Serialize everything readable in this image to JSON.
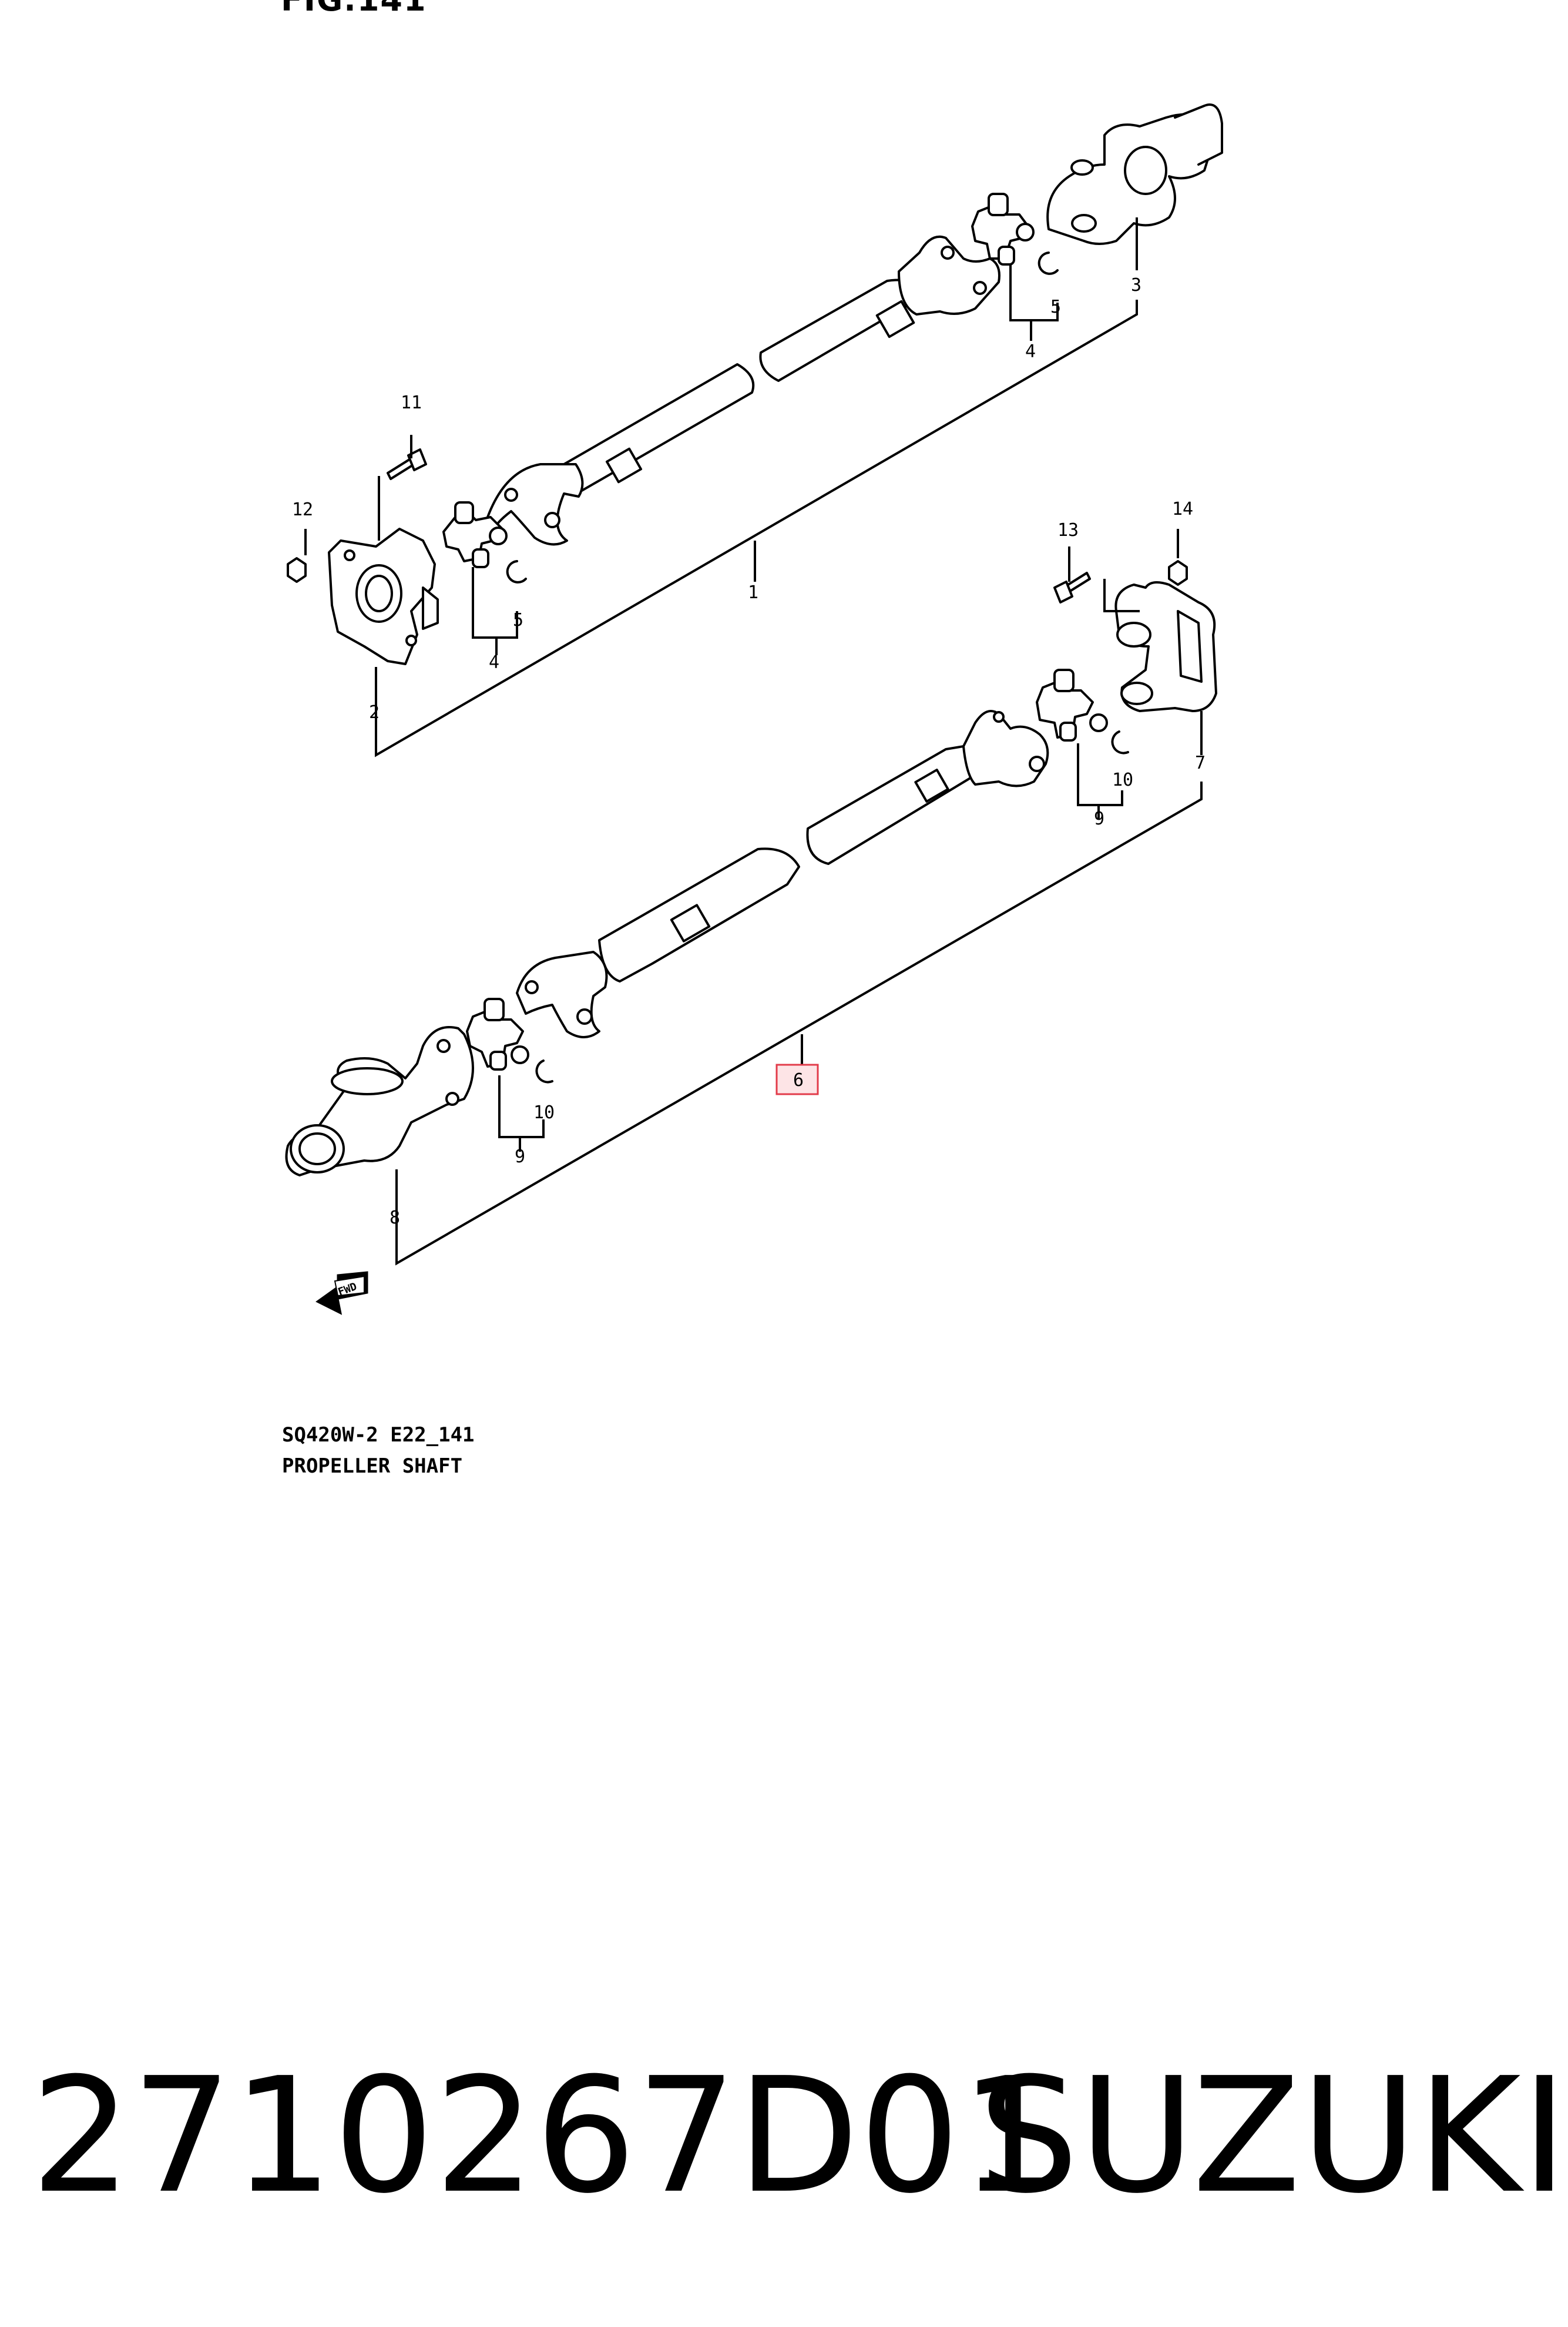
{
  "figure": {
    "title": "FIG.141",
    "code": "SQ420W-2 E22_141",
    "name": "PROPELLER SHAFT",
    "direction_label": "FWD"
  },
  "callouts": {
    "c1": "1",
    "c2": "2",
    "c3": "3",
    "c4a": "4",
    "c4b": "4",
    "c5a": "5",
    "c5b": "5",
    "c6": "6",
    "c7": "7",
    "c8": "8",
    "c9a": "9",
    "c9b": "9",
    "c10a": "10",
    "c10b": "10",
    "c11": "11",
    "c12": "12",
    "c13": "13",
    "c14": "14"
  },
  "highlight": {
    "callout": "6",
    "color": "#e23b4a",
    "fill": "#fde4e6"
  },
  "product": {
    "part_number": "2710267D01",
    "brand": "SUZUKI"
  }
}
